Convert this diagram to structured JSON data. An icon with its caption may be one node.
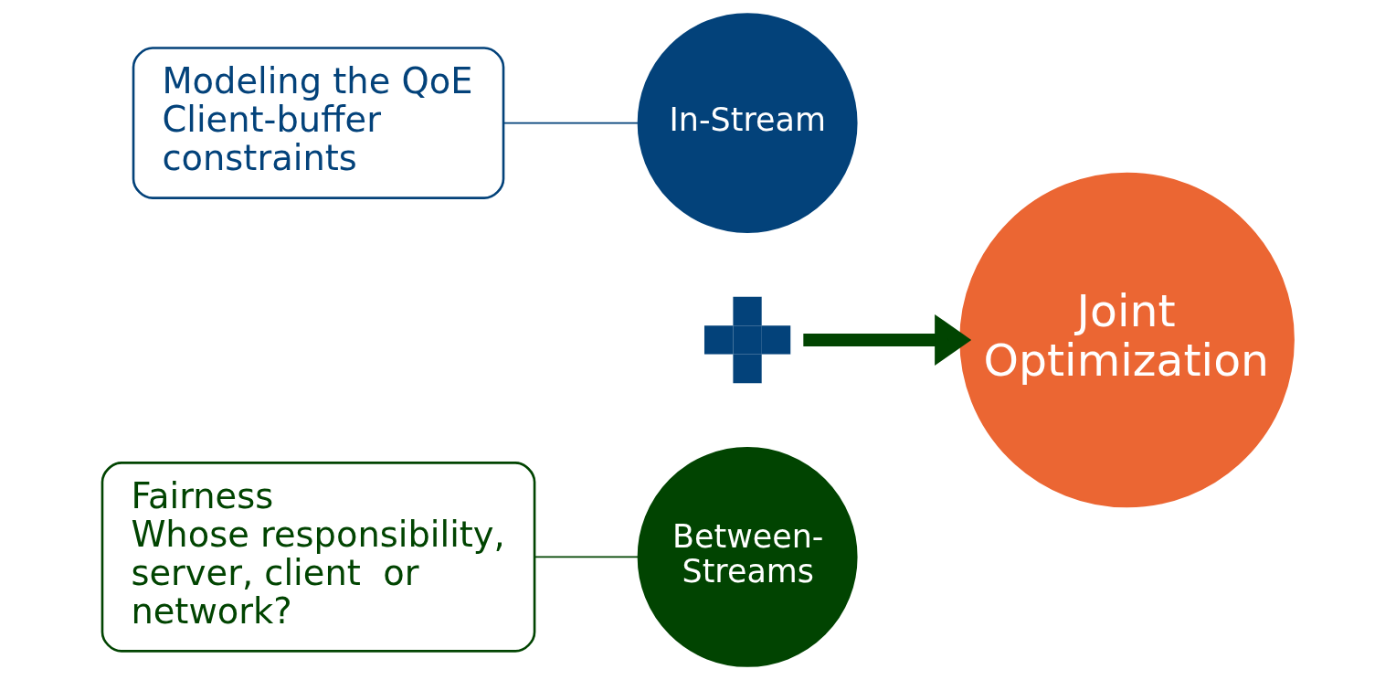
{
  "diagram": {
    "nodes": [
      {
        "text": [
          "Modeling the QoE",
          "Client-buffer constraints"
        ]
      },
      {
        "text": [
          "In-Stream"
        ]
      },
      {
        "text": [],
        "shape": "cross"
      },
      {
        "text": [
          "Joint Optimization"
        ]
      },
      {
        "text": [
          "Fairness",
          "Whose responsibility, server, client  or network?"
        ]
      },
      {
        "text": [
          "Between-Streams"
        ]
      }
    ],
    "edges": [
      {
        "from": 0,
        "to": 1,
        "arrow": "none",
        "color": "#03427a"
      },
      {
        "from": 2,
        "to": 3,
        "arrow": "to",
        "style": "thick",
        "color": "#014401"
      },
      {
        "from": 4,
        "to": 5,
        "arrow": "none",
        "color": "#014401"
      }
    ]
  }
}
